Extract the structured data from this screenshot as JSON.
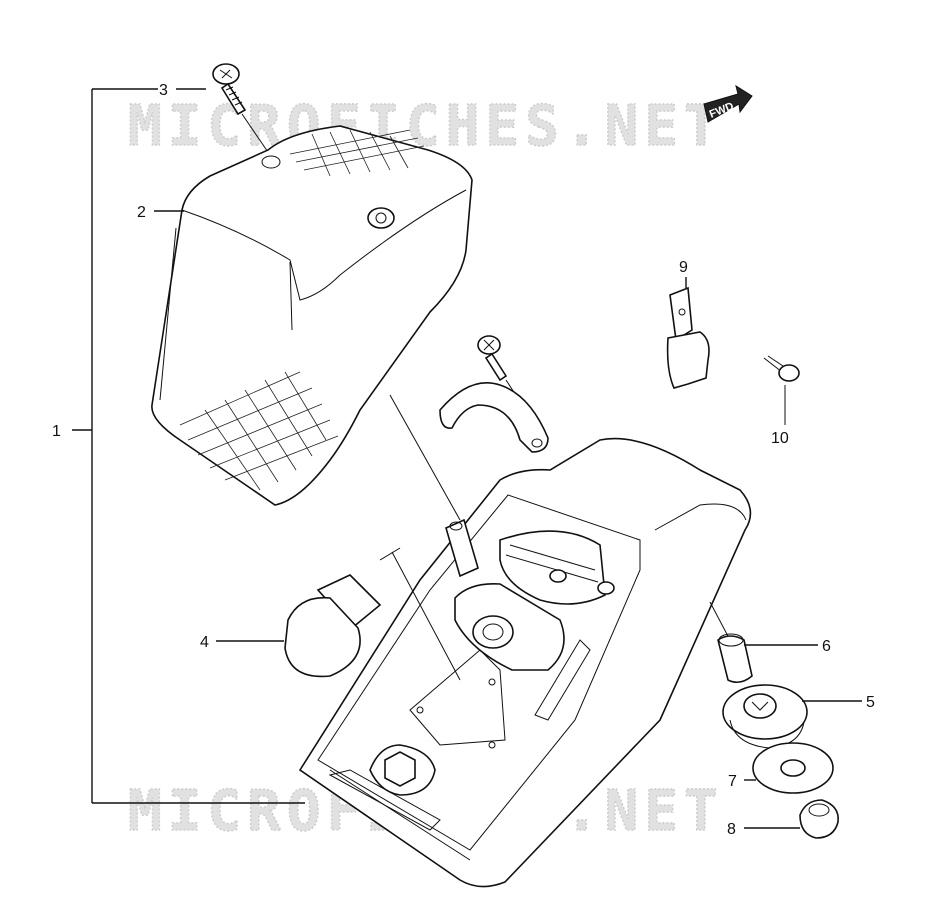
{
  "watermark": {
    "text": "MICROFICHES.NET"
  },
  "direction_badge": {
    "label": "FWD"
  },
  "callouts": {
    "c1": "1",
    "c2": "2",
    "c3": "3",
    "c4": "4",
    "c5": "5",
    "c6": "6",
    "c7": "7",
    "c8": "8",
    "c9": "9",
    "c10": "10"
  }
}
